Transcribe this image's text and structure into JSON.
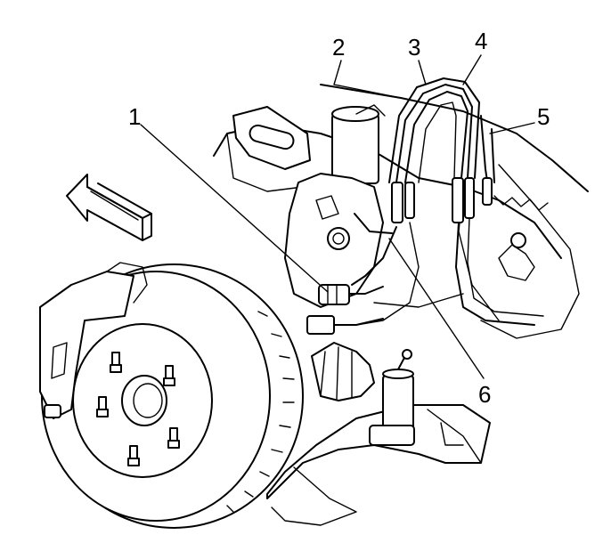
{
  "callouts": [
    {
      "id": "1",
      "label": "1"
    },
    {
      "id": "2",
      "label": "2"
    },
    {
      "id": "3",
      "label": "3"
    },
    {
      "id": "4",
      "label": "4"
    },
    {
      "id": "5",
      "label": "5"
    },
    {
      "id": "6",
      "label": "6"
    }
  ],
  "colors": {
    "ink": "#000000",
    "paper": "#ffffff"
  },
  "icons": {
    "direction": "forward-arrow-icon"
  }
}
